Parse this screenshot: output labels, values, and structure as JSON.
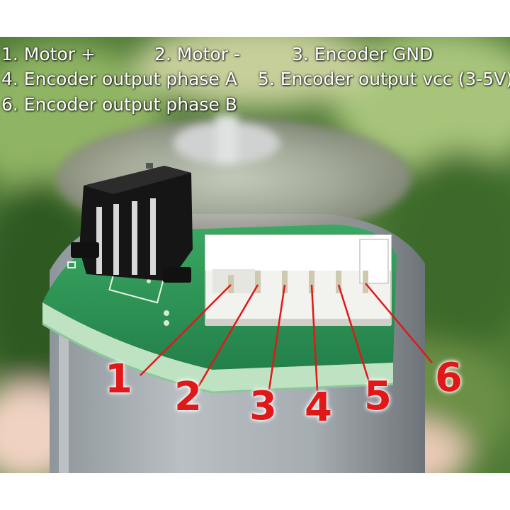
{
  "legend": {
    "pin1": "1. Motor +",
    "pin2": "2. Motor -",
    "pin3": "3. Encoder GND",
    "pin4": "4. Encoder output phase A",
    "pin5": "5. Encoder output vcc (3-5V)",
    "pin6": "6. Encoder output phase B"
  },
  "callouts": [
    "1",
    "2",
    "3",
    "4",
    "5",
    "6"
  ],
  "colors": {
    "callout_red": "#e01818",
    "pcb_green": "#2f9a52",
    "connector_white": "#f2f2ee",
    "motor_grey": "#8f969b"
  }
}
